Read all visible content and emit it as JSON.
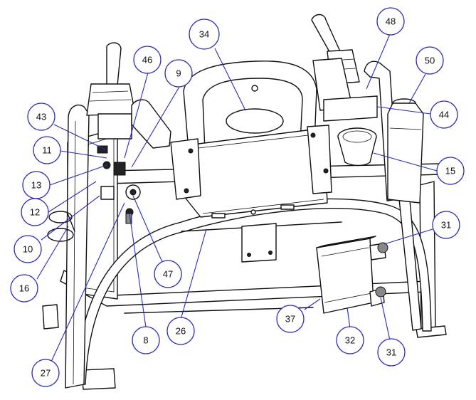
{
  "callouts": [
    {
      "label": "34"
    },
    {
      "label": "48"
    },
    {
      "label": "46"
    },
    {
      "label": "9"
    },
    {
      "label": "50"
    },
    {
      "label": "43"
    },
    {
      "label": "44"
    },
    {
      "label": "11"
    },
    {
      "label": "15"
    },
    {
      "label": "13"
    },
    {
      "label": "12"
    },
    {
      "label": "31"
    },
    {
      "label": "10"
    },
    {
      "label": "47"
    },
    {
      "label": "16"
    },
    {
      "label": "8"
    },
    {
      "label": "26"
    },
    {
      "label": "37"
    },
    {
      "label": "32"
    },
    {
      "label": "31"
    },
    {
      "label": "27"
    }
  ],
  "colors": {
    "callout_circle": "#2a2ab8",
    "callout_leader": "#2a2ab8",
    "line_art": "#111111"
  }
}
